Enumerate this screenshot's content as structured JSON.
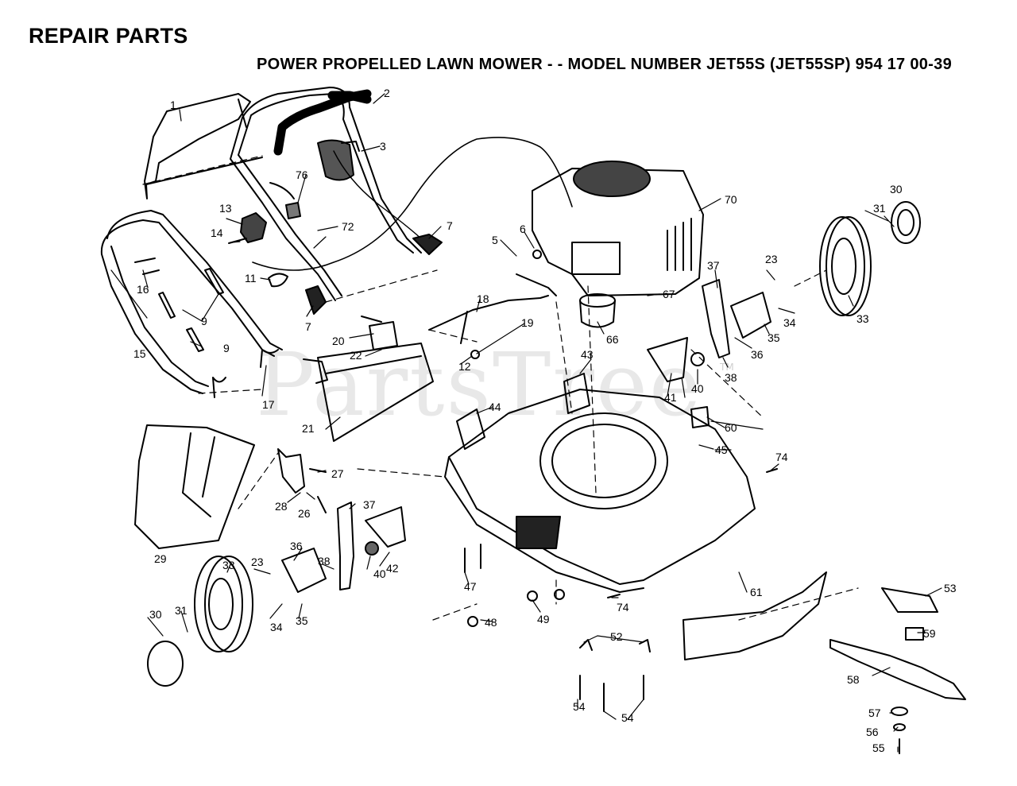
{
  "header": {
    "title": "REPAIR PARTS",
    "subtitle": "POWER PROPELLED LAWN MOWER - - MODEL NUMBER JET55S (JET55SP) 954 17 00-39"
  },
  "watermark": {
    "text": "PartsTree",
    "tm": "TM"
  },
  "callouts": [
    {
      "label": "1",
      "part": "chute-deflector-screen"
    },
    {
      "label": "2",
      "part": "handle-grip"
    },
    {
      "label": "3",
      "part": "control-bail"
    },
    {
      "label": "5",
      "part": "screw"
    },
    {
      "label": "6",
      "part": "bracket"
    },
    {
      "label": "7",
      "part": "handle-knob"
    },
    {
      "label": "7",
      "part": "handle-knob"
    },
    {
      "label": "9",
      "part": "link"
    },
    {
      "label": "9",
      "part": "link"
    },
    {
      "label": "11",
      "part": "cable-clip"
    },
    {
      "label": "12",
      "part": "nut"
    },
    {
      "label": "13",
      "part": "control-bracket"
    },
    {
      "label": "14",
      "part": "bolt"
    },
    {
      "label": "15",
      "part": "lower-handle"
    },
    {
      "label": "16",
      "part": "bolt"
    },
    {
      "label": "17",
      "part": "hairpin-clip"
    },
    {
      "label": "18",
      "part": "drive-rod"
    },
    {
      "label": "19",
      "part": "washer"
    },
    {
      "label": "20",
      "part": "bolt"
    },
    {
      "label": "21",
      "part": "rear-flap"
    },
    {
      "label": "22",
      "part": "flap-bracket"
    },
    {
      "label": "23",
      "part": "washer"
    },
    {
      "label": "23",
      "part": "washer"
    },
    {
      "label": "26",
      "part": "pin"
    },
    {
      "label": "27",
      "part": "spring"
    },
    {
      "label": "28",
      "part": "bag-bracket"
    },
    {
      "label": "29",
      "part": "grass-bag"
    },
    {
      "label": "30",
      "part": "hubcap"
    },
    {
      "label": "30",
      "part": "hubcap"
    },
    {
      "label": "31",
      "part": "nut"
    },
    {
      "label": "31",
      "part": "nut"
    },
    {
      "label": "33",
      "part": "wheel"
    },
    {
      "label": "33",
      "part": "wheel"
    },
    {
      "label": "34",
      "part": "bolt"
    },
    {
      "label": "34",
      "part": "bolt"
    },
    {
      "label": "35",
      "part": "washer"
    },
    {
      "label": "35",
      "part": "washer"
    },
    {
      "label": "36",
      "part": "height-adjuster"
    },
    {
      "label": "36",
      "part": "height-adjuster"
    },
    {
      "label": "37",
      "part": "adjuster-knob"
    },
    {
      "label": "37",
      "part": "adjuster-knob"
    },
    {
      "label": "38",
      "part": "spring"
    },
    {
      "label": "38",
      "part": "spring"
    },
    {
      "label": "40",
      "part": "spacer"
    },
    {
      "label": "40",
      "part": "spacer"
    },
    {
      "label": "41",
      "part": "gear-plate"
    },
    {
      "label": "42",
      "part": "gear-plate"
    },
    {
      "label": "43",
      "part": "idler-bracket"
    },
    {
      "label": "44",
      "part": "pivot-bracket"
    },
    {
      "label": "45",
      "part": "deck"
    },
    {
      "label": "47",
      "part": "bolt"
    },
    {
      "label": "48",
      "part": "nut"
    },
    {
      "label": "49",
      "part": "nut"
    },
    {
      "label": "52",
      "part": "clip"
    },
    {
      "label": "53",
      "part": "blade-adapter"
    },
    {
      "label": "54",
      "part": "bolt"
    },
    {
      "label": "54",
      "part": "bolt"
    },
    {
      "label": "55",
      "part": "blade-bolt"
    },
    {
      "label": "56",
      "part": "lock-washer"
    },
    {
      "label": "57",
      "part": "washer"
    },
    {
      "label": "58",
      "part": "blade"
    },
    {
      "label": "59",
      "part": "key"
    },
    {
      "label": "60",
      "part": "decal"
    },
    {
      "label": "61",
      "part": "skirt"
    },
    {
      "label": "66",
      "part": "pulley"
    },
    {
      "label": "67",
      "part": "clip"
    },
    {
      "label": "70",
      "part": "engine"
    },
    {
      "label": "72",
      "part": "cable-tie"
    },
    {
      "label": "74",
      "part": "screw"
    },
    {
      "label": "74",
      "part": "screw"
    },
    {
      "label": "76",
      "part": "cable-guide"
    }
  ]
}
